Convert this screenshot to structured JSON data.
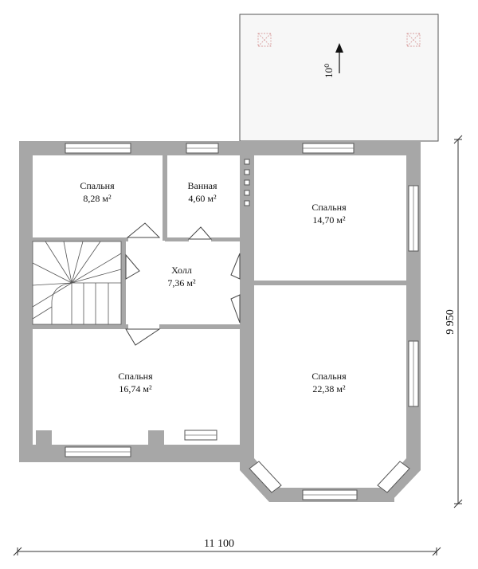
{
  "rooms": [
    {
      "id": "bedroom-nw",
      "name": "Спальня",
      "area": "8,28 м²"
    },
    {
      "id": "bathroom",
      "name": "Ванная",
      "area": "4,60 м²"
    },
    {
      "id": "bedroom-ne",
      "name": "Спальня",
      "area": "14,70 м²"
    },
    {
      "id": "hall",
      "name": "Холл",
      "area": "7,36 м²"
    },
    {
      "id": "bedroom-sw",
      "name": "Спальня",
      "area": "16,74 м²"
    },
    {
      "id": "bedroom-se",
      "name": "Спальня",
      "area": "22,38 м²"
    }
  ],
  "terrace": {
    "slope_label": "10⁰",
    "slope_direction": "up"
  },
  "dimensions": {
    "width": "11 100",
    "height": "9 950"
  },
  "colors": {
    "wall": "#a7a7a7",
    "background": "#ffffff",
    "drain_marker": "#d9a0a0"
  }
}
